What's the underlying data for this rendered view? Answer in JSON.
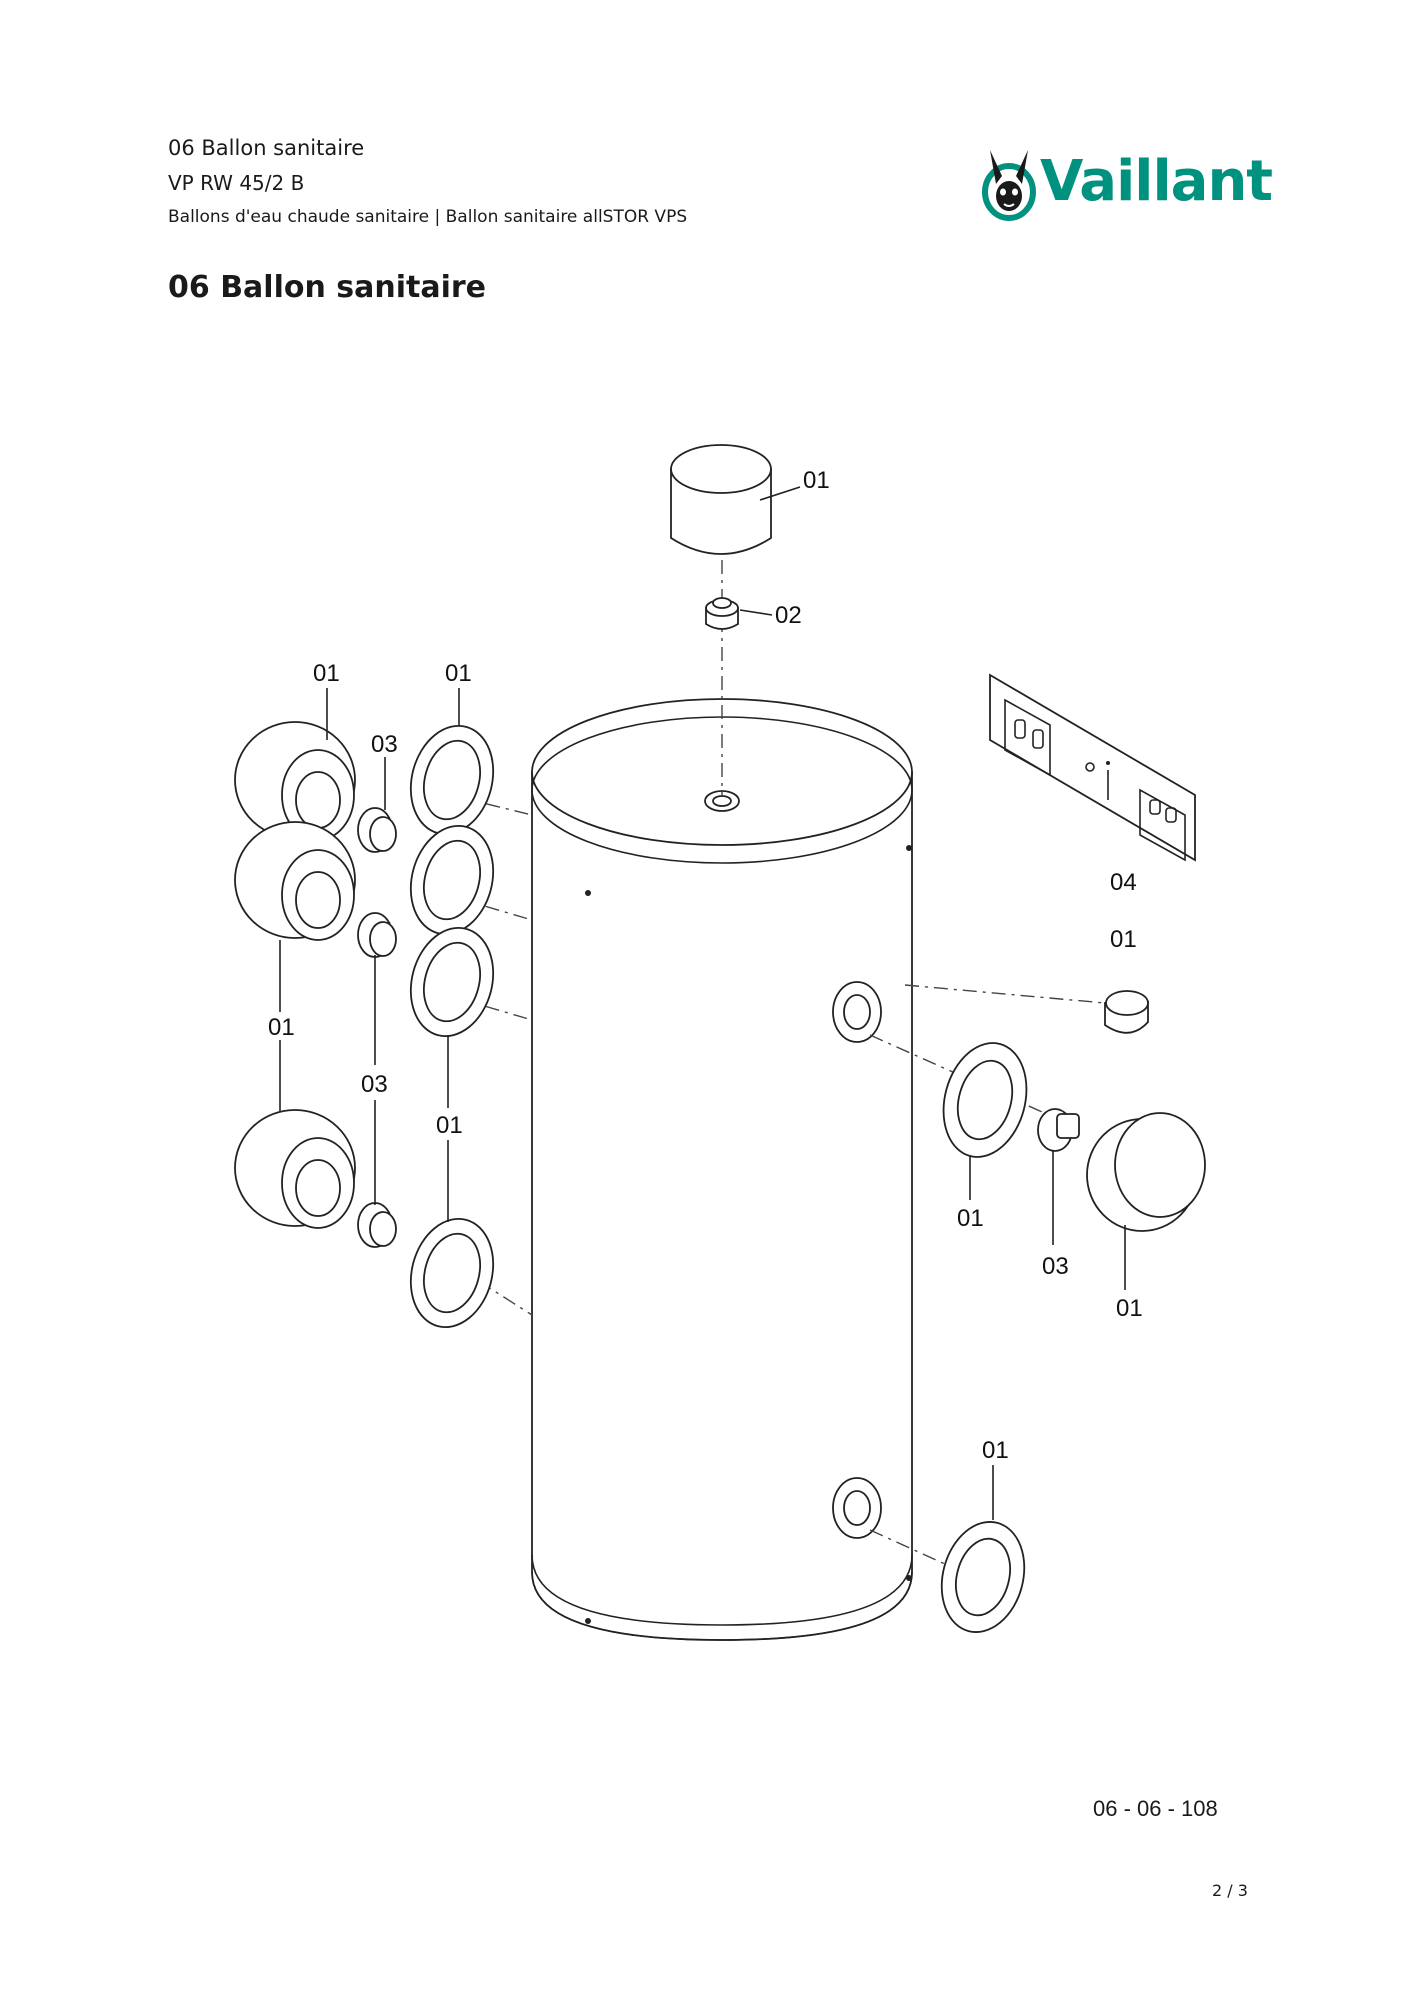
{
  "header": {
    "section": "06 Ballon sanitaire",
    "model": "VP RW 45/2 B",
    "category": "Ballons d'eau chaude sanitaire | Ballon sanitaire allSTOR VPS"
  },
  "page_title": "06 Ballon sanitaire",
  "logo": {
    "text": "Vaillant",
    "color": "#00917f",
    "icon": "hare-logo-icon"
  },
  "diagram": {
    "callouts": {
      "top_cap": "01",
      "top_valve": "02",
      "left_cap_upper": "01",
      "left_ring_upper": "01",
      "left_plug_upper": "03",
      "left_cap_mid": "01",
      "left_plug_mid": "03",
      "left_ring_mid": "01",
      "bracket": "04",
      "right_small_cap": "01",
      "right_ring": "01",
      "right_plug": "03",
      "right_cap": "01",
      "bottom_ring": "01"
    }
  },
  "footer": {
    "drawing_ref": "06 - 06 - 108",
    "page_number": "2 / 3"
  }
}
